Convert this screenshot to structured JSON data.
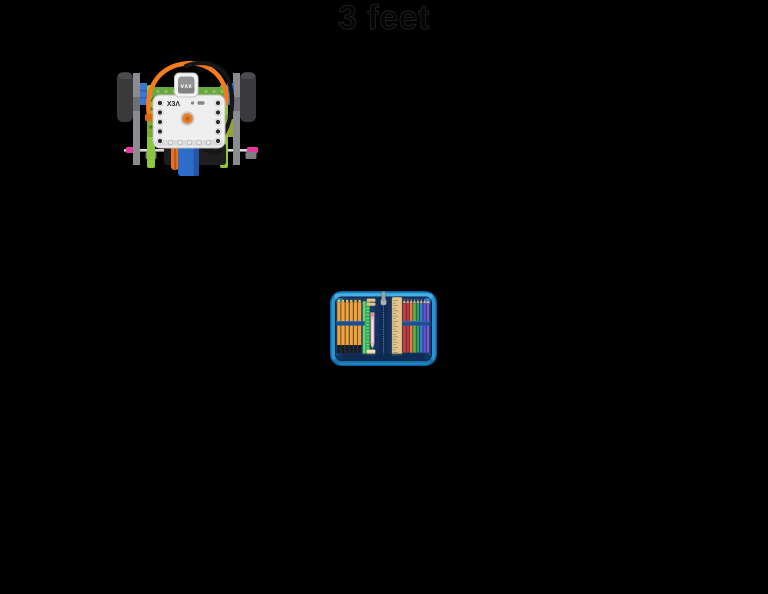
{
  "background_color": "#000000",
  "title": {
    "text": "3 feet",
    "color": "#050505",
    "outline_color": "#282828"
  },
  "robot": {
    "label": "vex-go-robot-top-view",
    "brain_logo": "X3Λ",
    "sensor_logo": "v∧x",
    "colors": {
      "tire": "#3a3a3d",
      "hub_blue": "#3a76d2",
      "beam_green": "#8cc63f",
      "baseplate_green": "#69a83f",
      "cable_orange": "#f47b20",
      "cable_black": "#161616",
      "brain_white": "#efeff0",
      "button_orange": "#e87f28",
      "flap_blue": "#2e6ec8",
      "wheel_orange": "#e8731e",
      "pin_pink": "#e2389b",
      "axle_gray": "#d8d8d8"
    }
  },
  "pencil_case": {
    "label": "open-pencil-case",
    "colors": {
      "shell_blue": "#2697d4",
      "interior_navy": "#16396b",
      "spine_navy": "#12315d",
      "strap_blue": "#1c4e92",
      "graphite_pencil_orange": "#f3a33a",
      "ruler_green": "#33b14e",
      "ruler_wood": "#e2c58e",
      "pencil_pink": "#f5b8c6",
      "eraser_beige": "#e6d4a4",
      "zipper_gray": "#99a1a9"
    },
    "colored_pencil_colors": [
      "#e03a36",
      "#c72f4a",
      "#ef7d2b",
      "#62b544",
      "#2fa05a",
      "#3b7bd4",
      "#5a54c9",
      "#8a52d0"
    ]
  }
}
